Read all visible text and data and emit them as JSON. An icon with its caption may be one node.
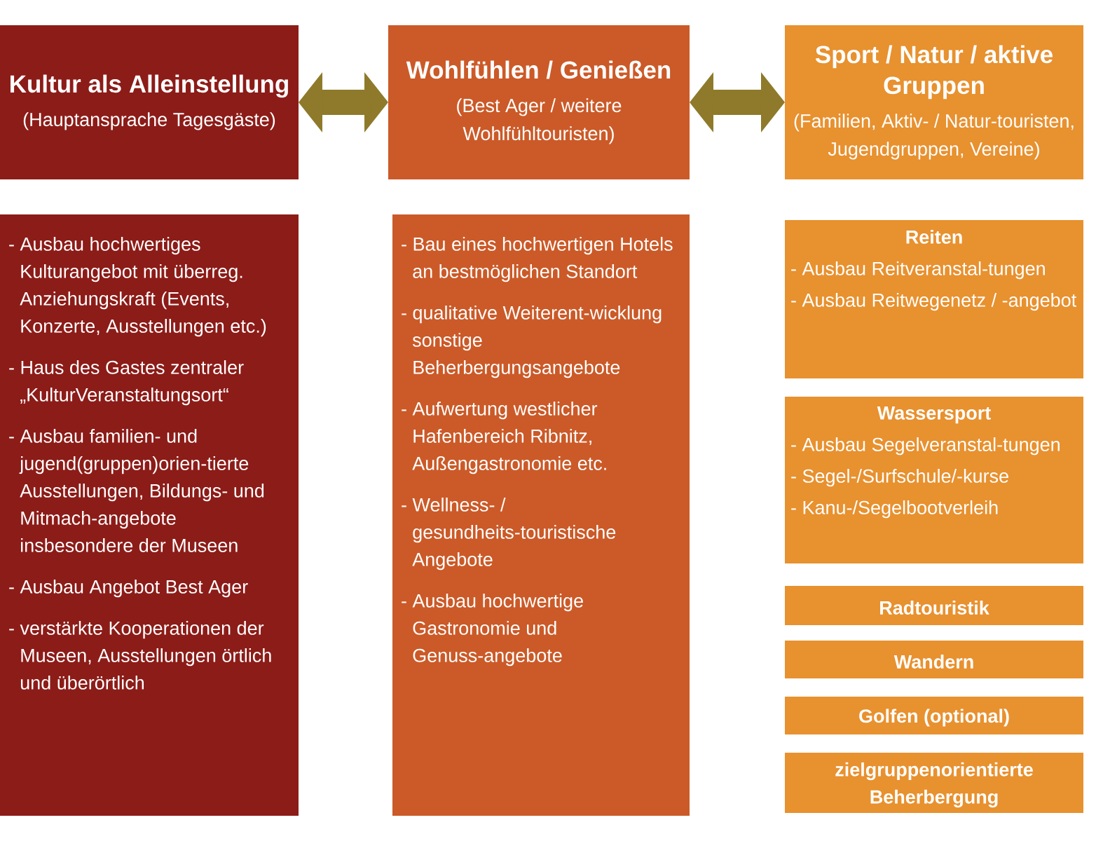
{
  "diagram": {
    "nodes": [
      {
        "text": [
          "Kultur als Alleinstellung",
          "(Hauptansprache Tagesgäste)"
        ]
      },
      {
        "text": [
          "Wohlfühlen / Genießen",
          "(Best Ager / weitere Wohlfühltouristen)"
        ]
      },
      {
        "text": [
          "Sport / Natur / aktive Gruppen",
          "(Familien, Aktiv- / Natur-touristen, Jugendgruppen, Vereine)"
        ]
      },
      {
        "text": [
          "- Ausbau hochwertiges Kulturangebot mit überreg. Anziehungskraft (Events, Konzerte, Ausstellungen etc.)",
          "- Haus des Gastes zentraler „KulturVeranstaltungsort“",
          "- Ausbau familien- und jugend(gruppen)orien-tierte Ausstellungen, Bildungs- und Mitmach-angebote insbesondere der Museen",
          "- Ausbau Angebot Best Ager",
          "- verstärkte Kooperationen der Museen, Ausstellungen örtlich und überörtlich"
        ]
      },
      {
        "text": [
          "- Bau eines hochwertigen Hotels an bestmöglichen Standort",
          "- qualitative Weiterent-wicklung sonstige Beherbergungsangebote",
          "- Aufwertung westlicher Hafenbereich Ribnitz, Außengastronomie etc.",
          "- Wellness- / gesundheits-touristische Angebote",
          "- Ausbau hochwertige Gastronomie und Genuss-angebote"
        ]
      },
      {
        "text": [
          "Reiten",
          "- Ausbau Reitveranstal-tungen",
          "- Ausbau Reitwegenetz / -angebot"
        ]
      },
      {
        "text": [
          "Wassersport",
          "- Ausbau Segelveranstal-tungen",
          "- Segel-/Surfschule/-kurse",
          "- Kanu-/Segelbootverleih"
        ]
      },
      {
        "text": [
          "Radtouristik"
        ]
      },
      {
        "text": [
          "Wandern"
        ]
      },
      {
        "text": [
          "Golfen (optional)"
        ]
      },
      {
        "text": [
          "zielgruppenorientierte Beherbergung"
        ]
      }
    ],
    "edges": [
      {
        "from": 0,
        "to": 1,
        "arrow": "both"
      },
      {
        "from": 1,
        "to": 2,
        "arrow": "both"
      }
    ]
  }
}
